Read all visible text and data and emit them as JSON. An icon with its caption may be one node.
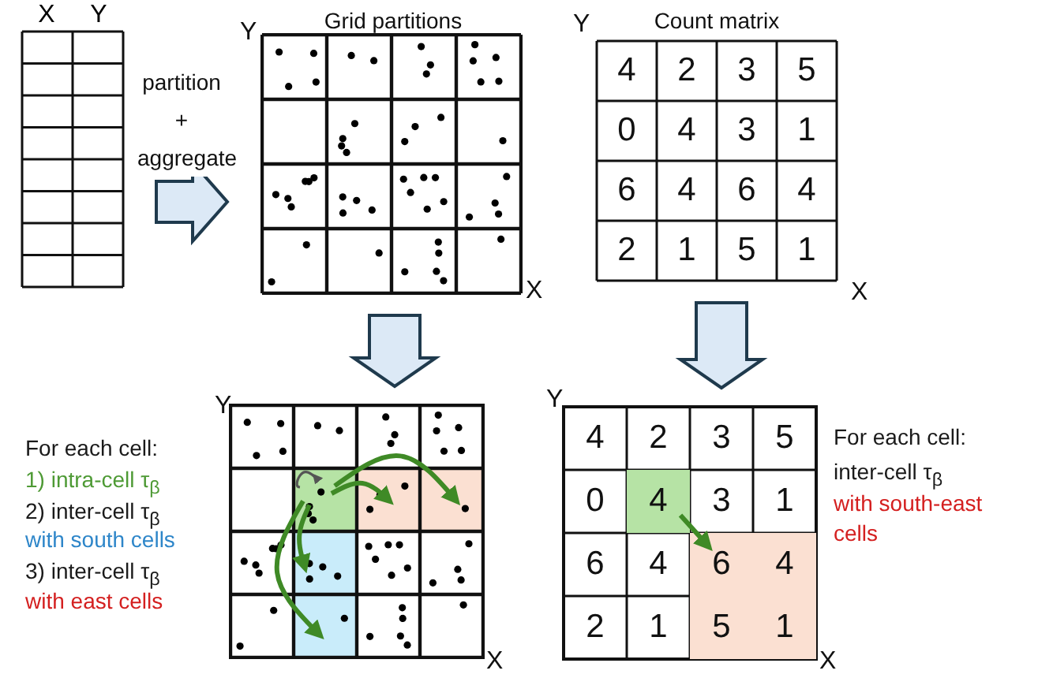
{
  "diagram": {
    "nodes": [
      {
        "text": [
          "X",
          "Y"
        ]
      },
      {
        "text": [
          "Grid partitions"
        ]
      },
      {
        "text": [
          "Count matrix"
        ]
      },
      {
        "text": [],
        "shape": "box",
        "beside": [
          "For each cell:",
          "1) intra-cell τ$_{β}$",
          "2) inter-cell τ$_{β}$",
          "with south cells",
          "3) inter-cell τ$_{β}$",
          "with east cells"
        ]
      },
      {
        "text": [],
        "shape": "box",
        "in": 3
      },
      {
        "text": [],
        "shape": "box",
        "in": 3
      },
      {
        "text": [],
        "shape": "box",
        "in": 3
      },
      {
        "text": [],
        "shape": "box",
        "in": 3
      },
      {
        "text": [],
        "shape": "box",
        "in": 3
      },
      {
        "text": [],
        "shape": "box",
        "beside": [
          "For each cell:",
          "inter-cell τ$_{β}$",
          "with south-east cells"
        ]
      },
      {
        "text": [
          "4"
        ],
        "in": 9
      },
      {
        "text": [
          "6"
        ],
        "in": 9
      },
      {
        "text": [
          "4"
        ],
        "in": 9
      },
      {
        "text": [
          "5"
        ],
        "in": 9
      },
      {
        "text": [
          "1"
        ],
        "in": 9
      }
    ],
    "edges": [
      {
        "from": 0,
        "to": 1,
        "arrow": "to",
        "label": "partition + aggregate",
        "style": "thick",
        "color": "#dce9f6"
      },
      {
        "from": 1,
        "to": 3,
        "arrow": "to",
        "style": "thick",
        "color": "#dce9f6"
      },
      {
        "from": 2,
        "to": 9,
        "arrow": "to",
        "style": "thick",
        "color": "#dce9f6"
      },
      {
        "from": 4,
        "to": 4,
        "arrow": "to",
        "color": "#555555"
      },
      {
        "from": 4,
        "to": 5,
        "arrow": "to"
      },
      {
        "from": 4,
        "to": 6,
        "arrow": "to"
      },
      {
        "from": 4,
        "to": 7,
        "arrow": "to"
      },
      {
        "from": 4,
        "to": 8,
        "arrow": "to"
      },
      {
        "from": 10,
        "to": 11,
        "arrow": "to"
      }
    ],
    "labels": [
      "Y",
      "Y",
      "4",
      "2",
      "3",
      "5",
      "0",
      "4",
      "3",
      "1",
      "6",
      "4",
      "6",
      "4",
      "2",
      "1",
      "5",
      "1",
      "X",
      "X",
      "Y",
      "Y",
      "4",
      "2",
      "3",
      "5",
      "0",
      "3",
      "1",
      "6",
      "4",
      "2",
      "1",
      "X",
      "X"
    ]
  }
}
